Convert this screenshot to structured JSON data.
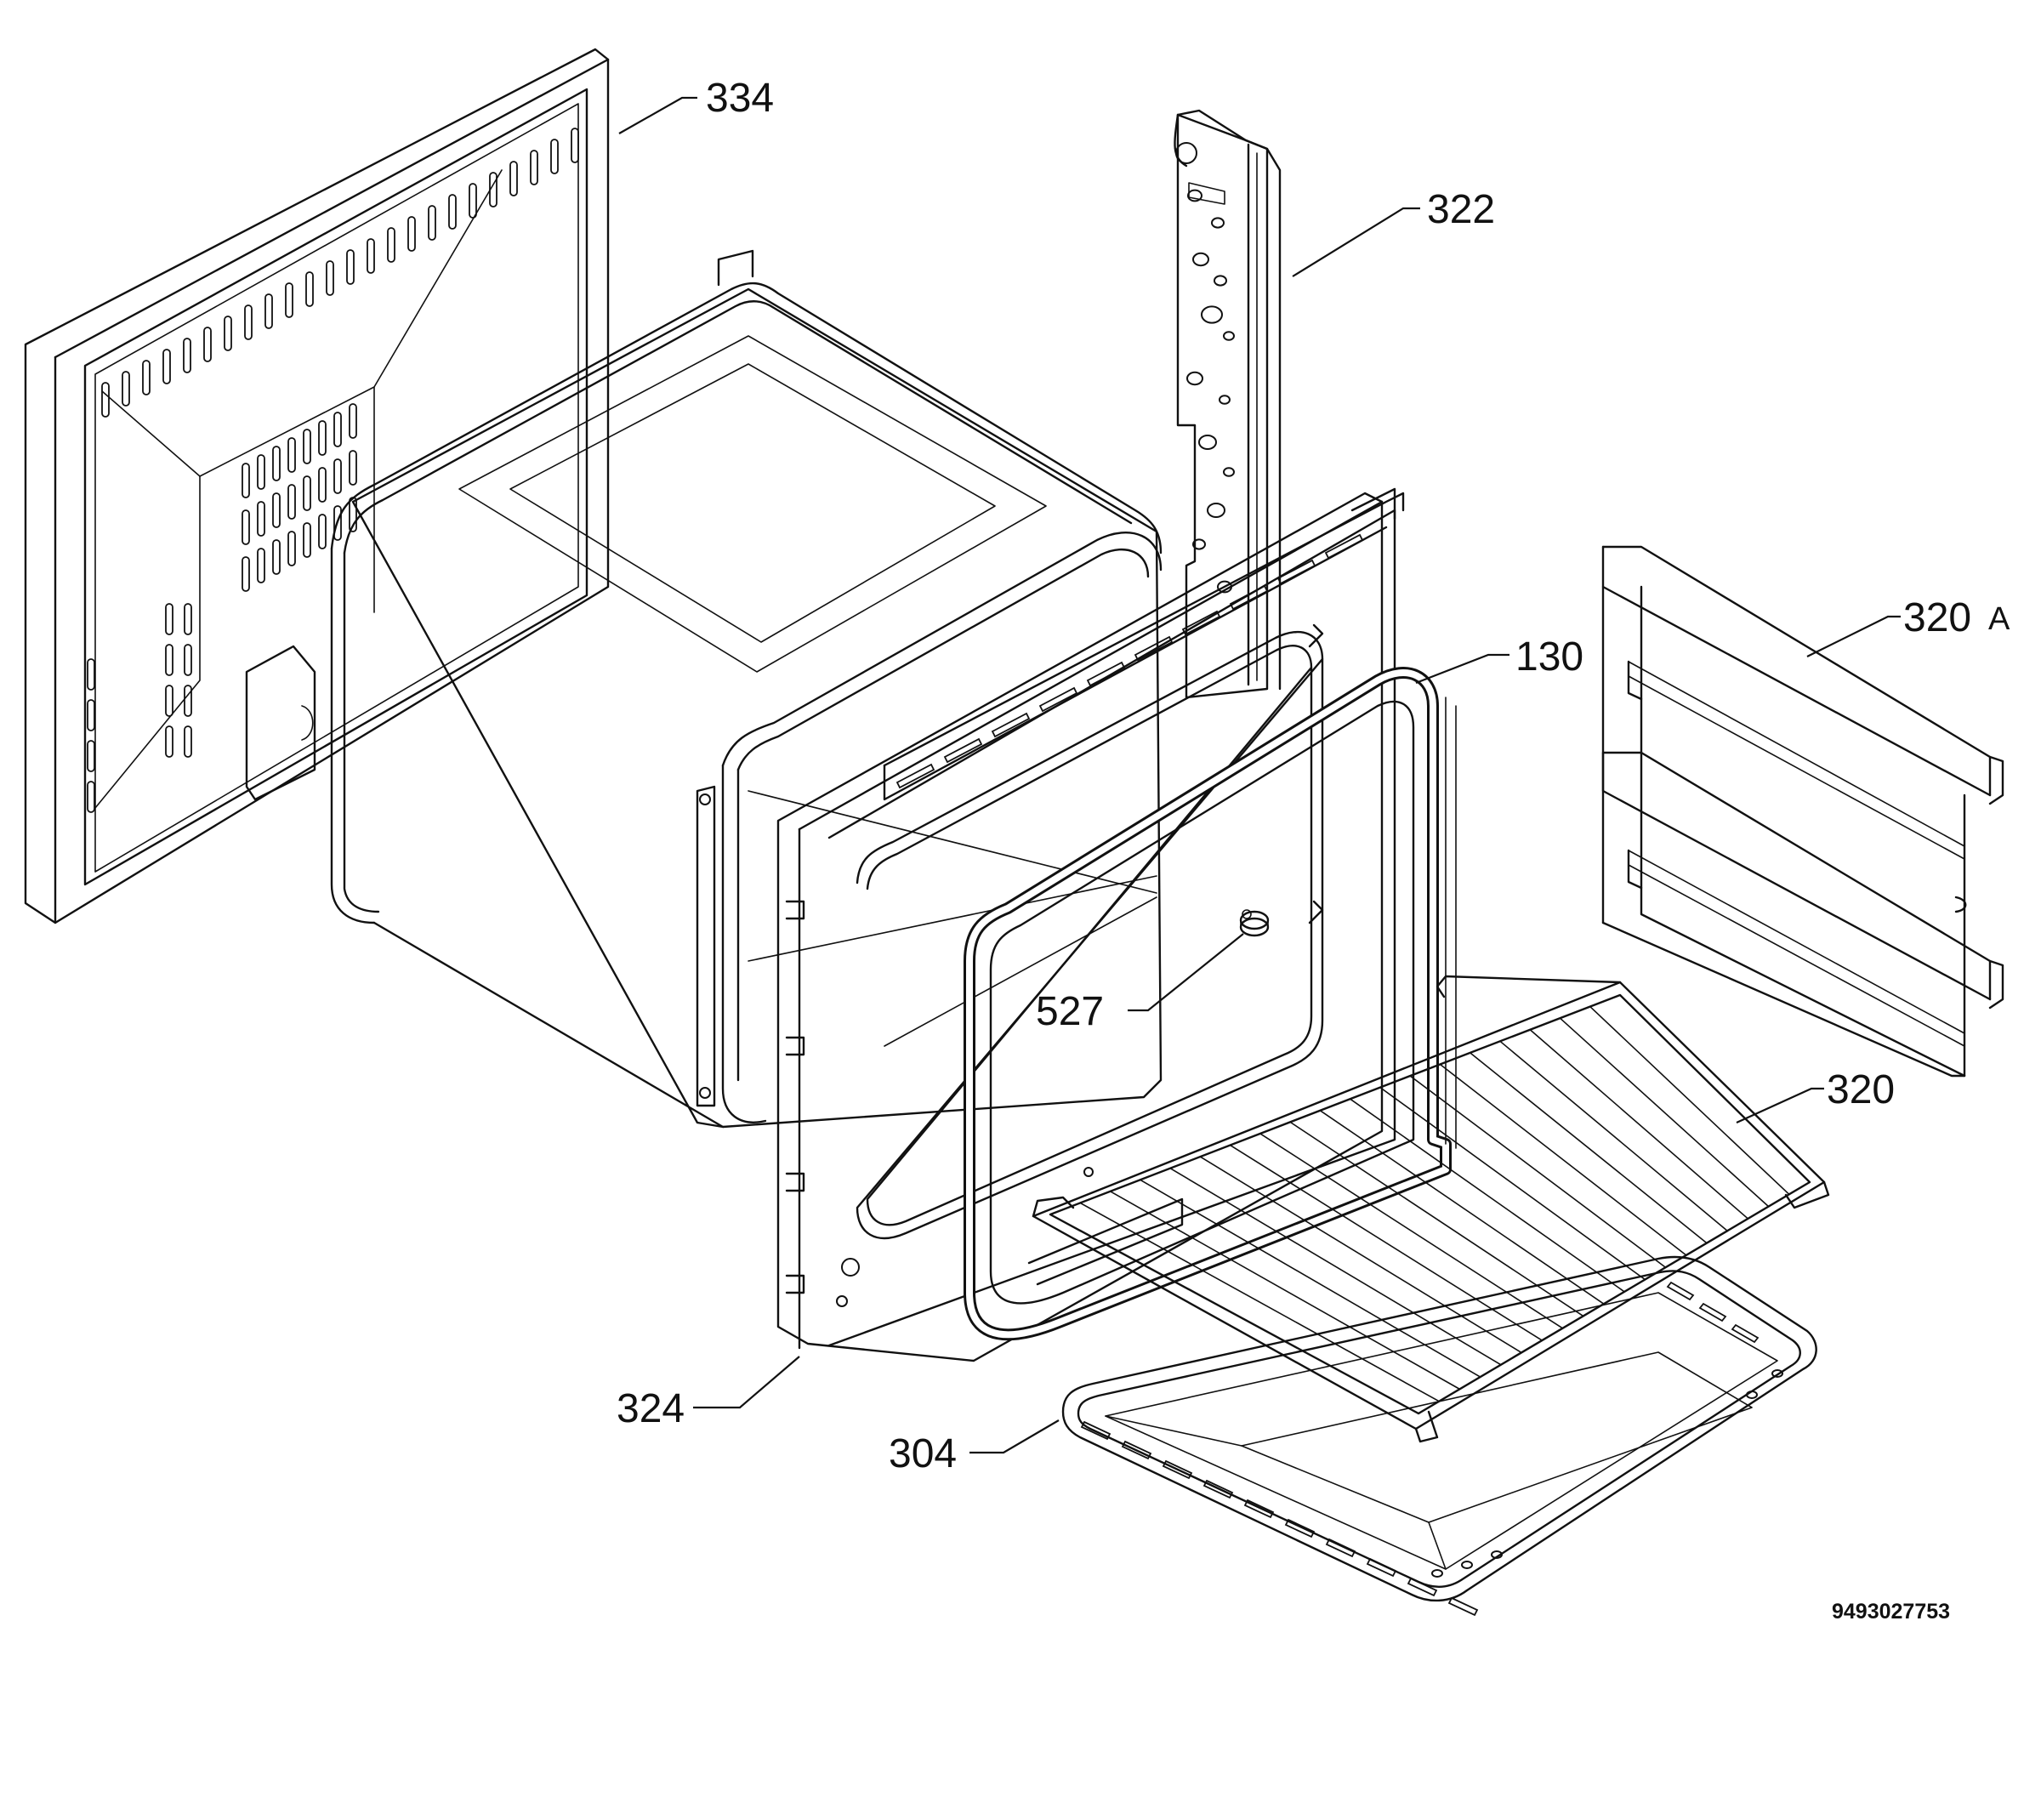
{
  "callouts": {
    "back_panel": "334",
    "side_rail": "322",
    "shelf_support": "320",
    "shelf_support_suffix": "A",
    "door_gasket": "130",
    "lamp": "527",
    "wire_shelf": "320",
    "front_frame": "324",
    "baking_tray": "304"
  },
  "drawing_number": "9493027753"
}
